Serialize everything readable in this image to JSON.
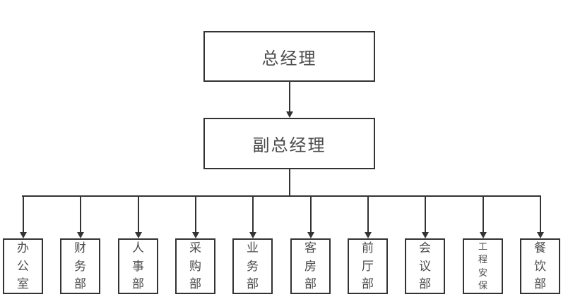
{
  "diagram": {
    "type": "org-chart",
    "root": {
      "label": "总经理"
    },
    "deputy": {
      "label": "副总经理"
    },
    "departments": [
      {
        "label": "办公室"
      },
      {
        "label": "财务部"
      },
      {
        "label": "人事部"
      },
      {
        "label": "采购部"
      },
      {
        "label": "业务部"
      },
      {
        "label": "客房部"
      },
      {
        "label": "前厅部"
      },
      {
        "label": "会议部"
      },
      {
        "label": "工程安保"
      },
      {
        "label": "餐饮部"
      }
    ],
    "colors": {
      "line": "#333333",
      "text": "#4a4a4a",
      "background": "#ffffff"
    }
  }
}
